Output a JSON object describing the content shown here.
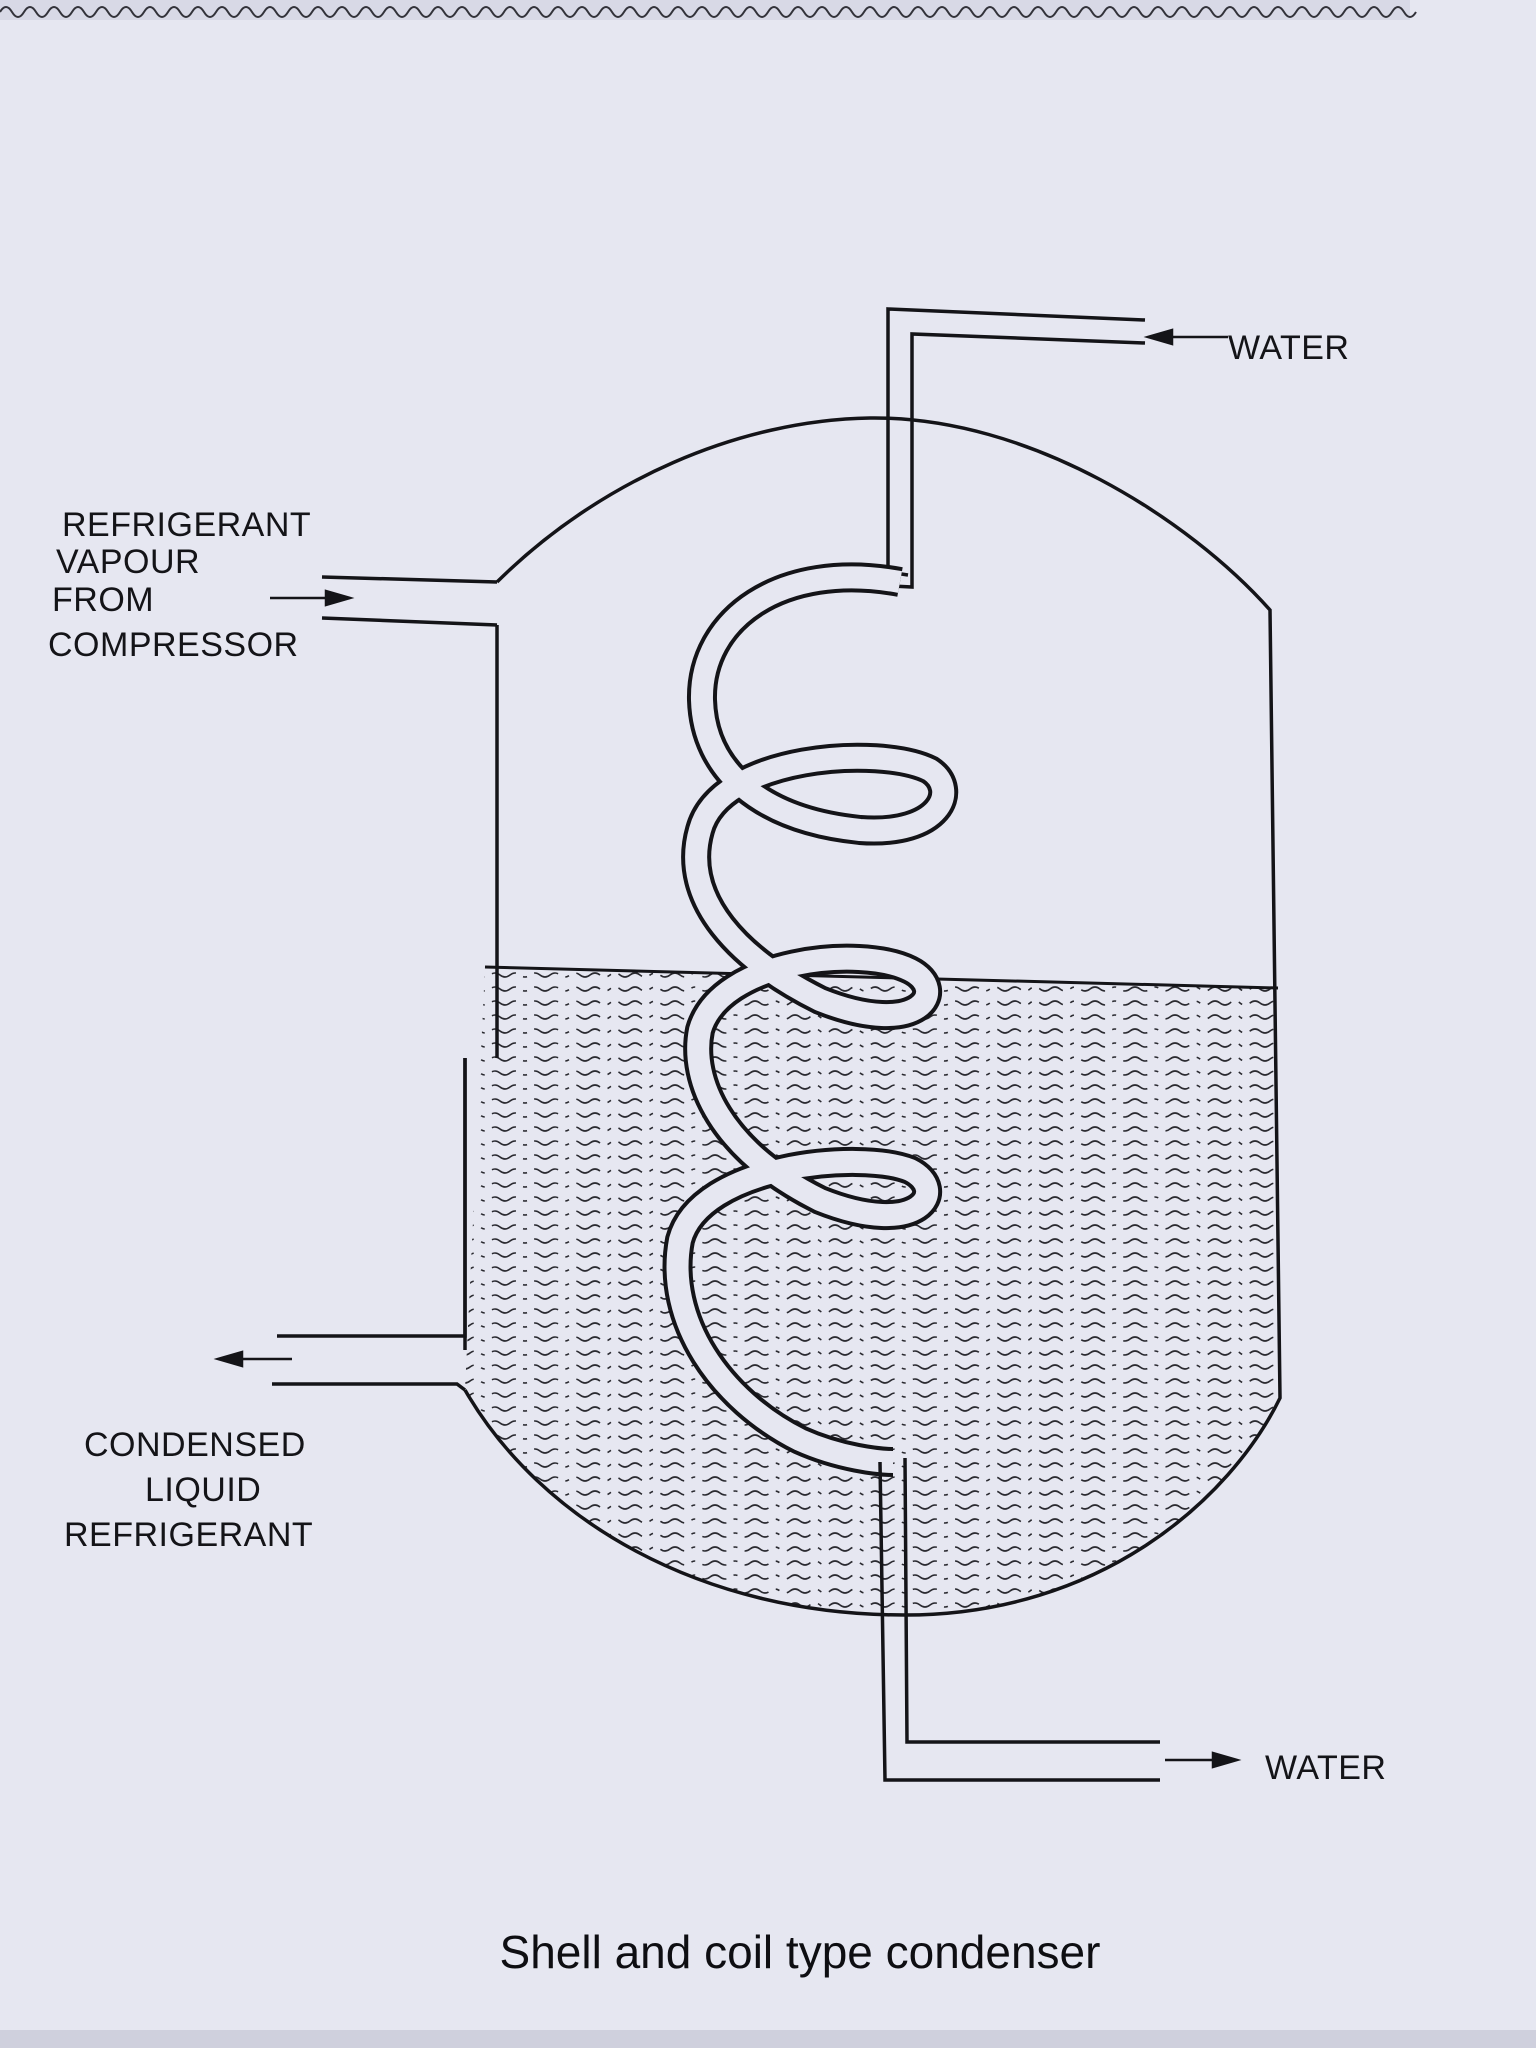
{
  "diagram": {
    "labels": {
      "water_in": "WATER",
      "vapour_line1": "REFRIGERANT",
      "vapour_line2": "VAPOUR",
      "vapour_line3": "FROM",
      "vapour_line4": "COMPRESSOR",
      "condensed_line1": "CONDENSED",
      "condensed_line2": "LIQUID",
      "condensed_line3": "REFRIGERANT",
      "water_out": "WATER"
    },
    "caption": "Shell and coil type condenser"
  },
  "colors": {
    "paper": "#e6e7f1",
    "ink": "#141418"
  }
}
